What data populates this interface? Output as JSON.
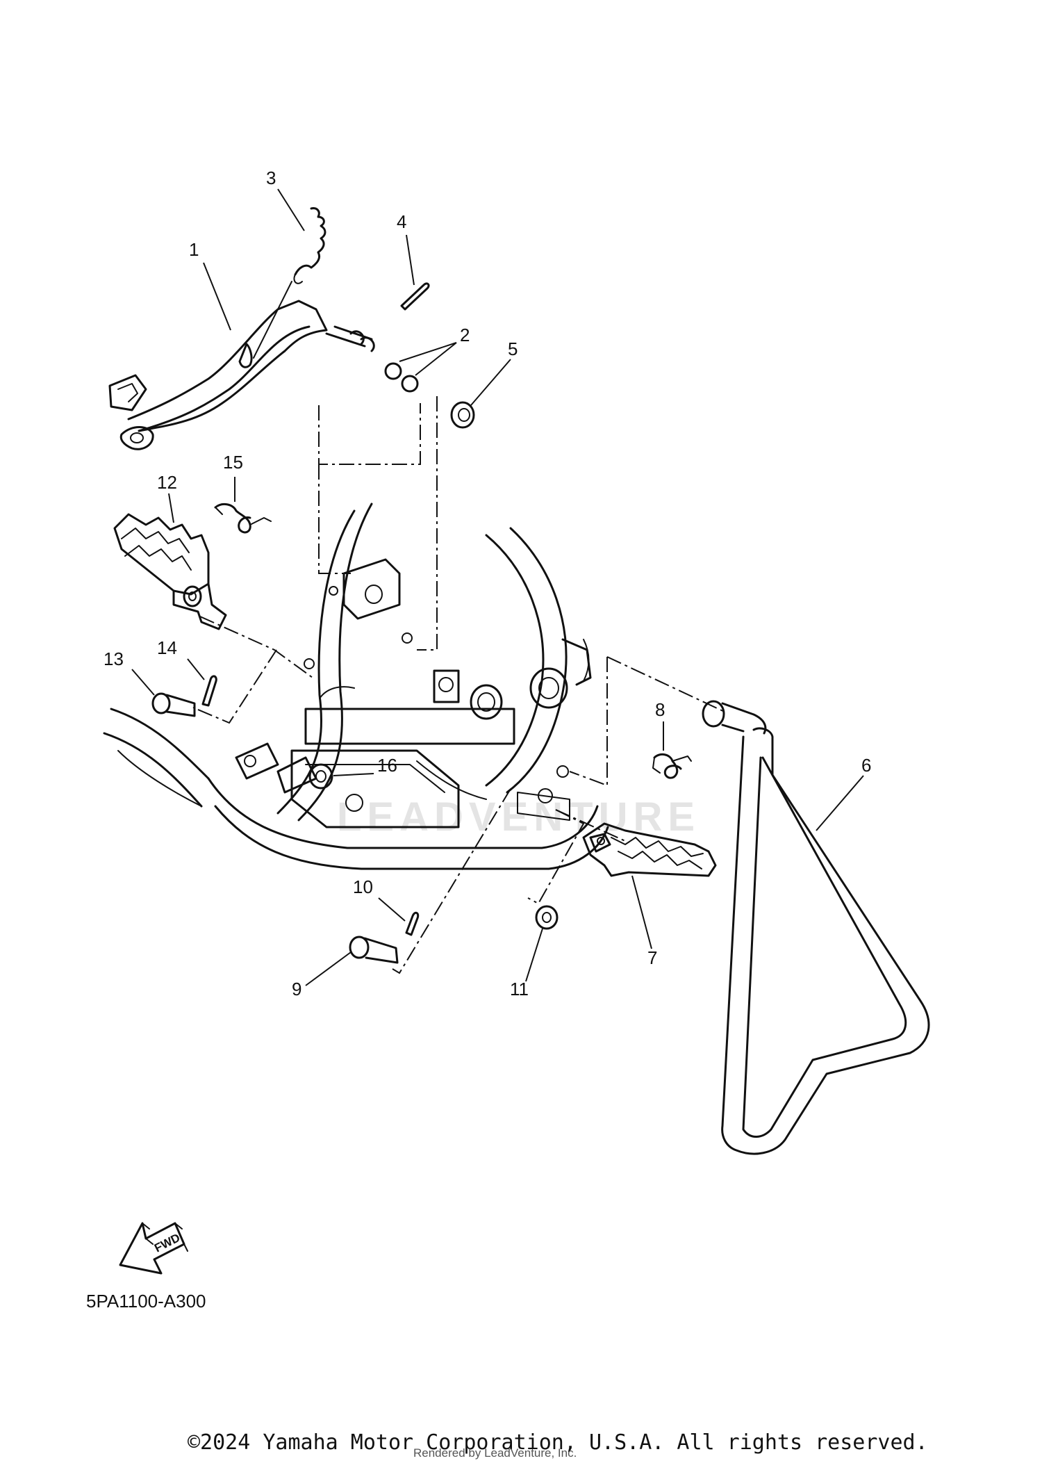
{
  "diagram": {
    "parts": [
      {
        "number": "1",
        "part": "brake-pedal"
      },
      {
        "number": "2",
        "part": "o-ring"
      },
      {
        "number": "3",
        "part": "return-spring"
      },
      {
        "number": "4",
        "part": "cotter-pin"
      },
      {
        "number": "5",
        "part": "washer"
      },
      {
        "number": "6",
        "part": "sidestand"
      },
      {
        "number": "7",
        "part": "footrest-right"
      },
      {
        "number": "8",
        "part": "footrest-spring-right"
      },
      {
        "number": "9",
        "part": "footrest-pin-right"
      },
      {
        "number": "10",
        "part": "cotter-pin-right"
      },
      {
        "number": "11",
        "part": "washer-right"
      },
      {
        "number": "12",
        "part": "footrest-left"
      },
      {
        "number": "13",
        "part": "footrest-pin-left"
      },
      {
        "number": "14",
        "part": "cotter-pin-left"
      },
      {
        "number": "15",
        "part": "footrest-spring-left"
      },
      {
        "number": "16",
        "part": "collar"
      }
    ],
    "fwd_label": "FWD",
    "drawing_code": "5PA1100-A300",
    "watermark_text": "LEADVENTURE"
  },
  "footer": {
    "copyright": "©2024 Yamaha Motor Corporation, U.S.A. All rights reserved.",
    "rendered_by": "Rendered by LeadVenture, Inc."
  }
}
